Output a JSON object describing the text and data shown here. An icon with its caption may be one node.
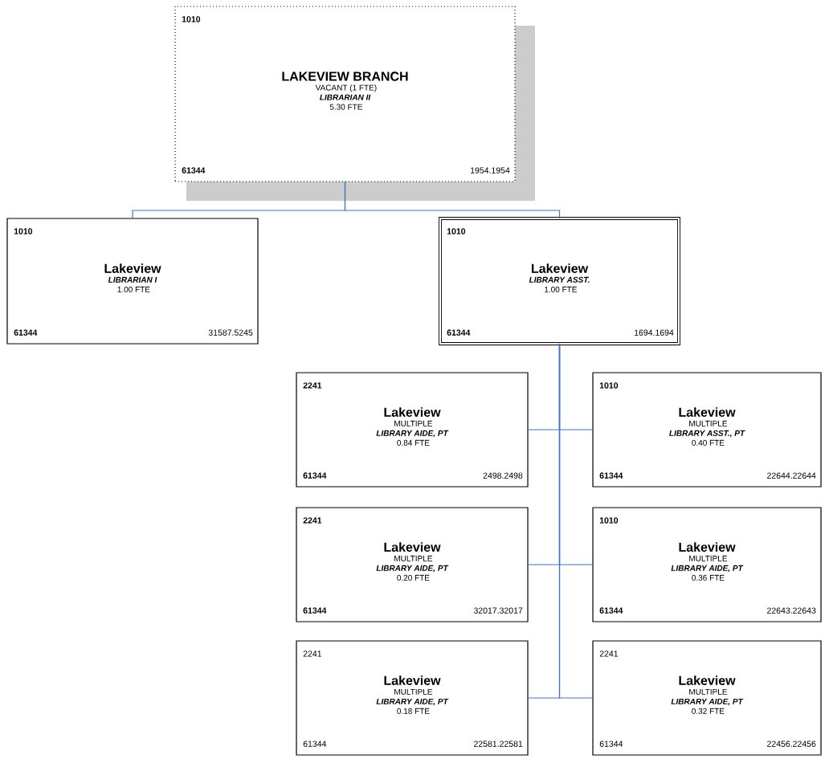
{
  "diagram": {
    "nodes": [
      {
        "text": [
          "1010",
          "LAKEVIEW BRANCH",
          "VACANT (1 FTE)",
          "LIBRARIAN II",
          "5.30 FTE",
          "61344",
          "1954.1954"
        ]
      },
      {
        "text": [
          "1010",
          "Lakeview",
          "LIBRARIAN I",
          "1.00 FTE",
          "61344",
          "31587.5245"
        ]
      },
      {
        "text": [
          "1010",
          "Lakeview",
          "LIBRARY ASST.",
          "1.00 FTE",
          "61344",
          "1694.1694"
        ]
      },
      {
        "text": [
          "2241",
          "Lakeview",
          "MULTIPLE",
          "LIBRARY AIDE, PT",
          "0.84 FTE",
          "61344",
          "2498.2498"
        ]
      },
      {
        "text": [
          "1010",
          "Lakeview",
          "MULTIPLE",
          "LIBRARY ASST., PT",
          "0.40 FTE",
          "61344",
          "22644.22644"
        ]
      },
      {
        "text": [
          "2241",
          "Lakeview",
          "MULTIPLE",
          "LIBRARY AIDE, PT",
          "0.20 FTE",
          "61344",
          "32017.32017"
        ]
      },
      {
        "text": [
          "1010",
          "Lakeview",
          "MULTIPLE",
          "LIBRARY AIDE, PT",
          "0.36 FTE",
          "61344",
          "22643.22643"
        ]
      },
      {
        "text": [
          "2241",
          "Lakeview",
          "MULTIPLE",
          "LIBRARY AIDE, PT",
          "0.18 FTE",
          "61344",
          "22581.22581"
        ]
      },
      {
        "text": [
          "2241",
          "Lakeview",
          "MULTIPLE",
          "LIBRARY AIDE, PT",
          "0.32 FTE",
          "61344",
          "22456.22456"
        ]
      }
    ],
    "edges": [
      {
        "from": 0,
        "to": 1,
        "arrow": "none"
      },
      {
        "from": 0,
        "to": 2,
        "arrow": "none"
      },
      {
        "from": 2,
        "to": 3,
        "arrow": "none"
      },
      {
        "from": 2,
        "to": 4,
        "arrow": "none"
      },
      {
        "from": 2,
        "to": 5,
        "arrow": "none"
      },
      {
        "from": 2,
        "to": 6,
        "arrow": "none"
      },
      {
        "from": 2,
        "to": 7,
        "arrow": "none"
      },
      {
        "from": 2,
        "to": 8,
        "arrow": "none"
      }
    ]
  }
}
